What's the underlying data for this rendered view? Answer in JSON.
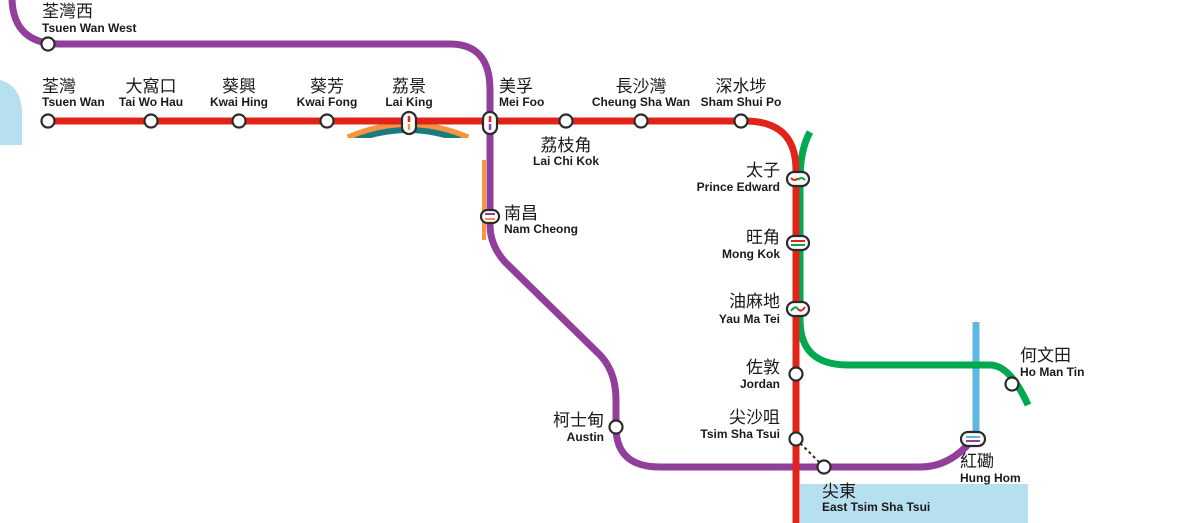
{
  "colors": {
    "tsuen_wan_line": "#e2231a",
    "tuen_ma_line": "#923e9b",
    "kwun_tong_line": "#00a94f",
    "east_rail_line": "#5eb6e4",
    "tung_chung_line": "#f7943e",
    "airport_express": "#1c7b7e",
    "water": "#b6e0ef",
    "station_outline": "#2b2b2b"
  },
  "stations": {
    "tsuen_wan_west": {
      "zh": "荃灣西",
      "en": "Tsuen Wan West"
    },
    "tsuen_wan": {
      "zh": "荃灣",
      "en": "Tsuen Wan"
    },
    "tai_wo_hau": {
      "zh": "大窩口",
      "en": "Tai Wo Hau"
    },
    "kwai_hing": {
      "zh": "葵興",
      "en": "Kwai Hing"
    },
    "kwai_fong": {
      "zh": "葵芳",
      "en": "Kwai Fong"
    },
    "lai_king": {
      "zh": "荔景",
      "en": "Lai King"
    },
    "mei_foo": {
      "zh": "美孚",
      "en": "Mei Foo"
    },
    "lai_chi_kok": {
      "zh": "荔枝角",
      "en": "Lai Chi Kok"
    },
    "cheung_sha_wan": {
      "zh": "長沙灣",
      "en": "Cheung Sha Wan"
    },
    "sham_shui_po": {
      "zh": "深水埗",
      "en": "Sham Shui Po"
    },
    "nam_cheong": {
      "zh": "南昌",
      "en": "Nam Cheong"
    },
    "prince_edward": {
      "zh": "太子",
      "en": "Prince Edward"
    },
    "mong_kok": {
      "zh": "旺角",
      "en": "Mong Kok"
    },
    "yau_ma_tei": {
      "zh": "油麻地",
      "en": "Yau Ma Tei"
    },
    "jordan": {
      "zh": "佐敦",
      "en": "Jordan"
    },
    "tsim_sha_tsui": {
      "zh": "尖沙咀",
      "en": "Tsim Sha Tsui"
    },
    "austin": {
      "zh": "柯士甸",
      "en": "Austin"
    },
    "east_tsim_sha_tsui": {
      "zh": "尖東",
      "en": "East Tsim Sha Tsui"
    },
    "hung_hom": {
      "zh": "紅磡",
      "en": "Hung Hom"
    },
    "ho_man_tin": {
      "zh": "何文田",
      "en": "Ho Man Tin"
    }
  }
}
